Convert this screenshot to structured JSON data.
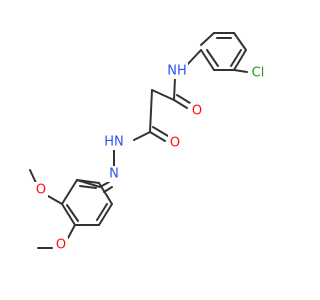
{
  "atoms": {
    "nh_amide": {
      "text": "NH",
      "color": "#3050F8"
    },
    "cl": {
      "text": "Cl",
      "color": "#1FA01F"
    },
    "o_amide": {
      "text": "O",
      "color": "#FF0D0D"
    },
    "o_hydrazide": {
      "text": "O",
      "color": "#FF0D0D"
    },
    "hn_hydrazide": {
      "text": "HN",
      "color": "#3050F8"
    },
    "n_imine": {
      "text": "N",
      "color": "#3050F8"
    },
    "o_methoxy_2": {
      "text": "O",
      "color": "#FF0D0D"
    },
    "o_methoxy_3": {
      "text": "O",
      "color": "#FF0D0D"
    }
  },
  "bond_color": "#333333"
}
